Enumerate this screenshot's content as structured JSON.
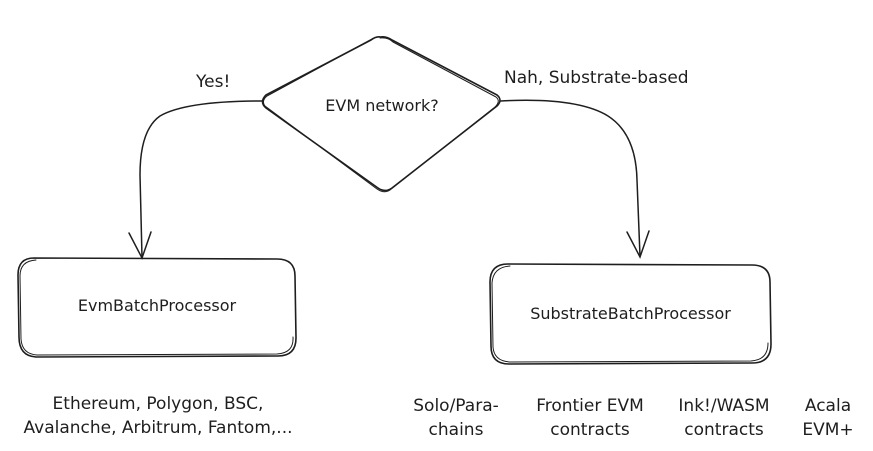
{
  "decision": {
    "question": "EVM network?"
  },
  "edges": {
    "yes_label": "Yes!",
    "no_label": "Nah, Substrate-based"
  },
  "nodes": {
    "evm_processor": "EvmBatchProcessor",
    "substrate_processor": "SubstrateBatchProcessor"
  },
  "evm_networks": {
    "line1": "Ethereum, Polygon, BSC,",
    "line2": "Avalanche, Arbitrum, Fantom,..."
  },
  "substrate_targets": [
    {
      "line1": "Solo/Para-",
      "line2": "chains"
    },
    {
      "line1": "Frontier EVM",
      "line2": "contracts"
    },
    {
      "line1": "Ink!/WASM",
      "line2": "contracts"
    },
    {
      "line1": "Acala",
      "line2": "EVM+"
    }
  ],
  "colors": {
    "stroke": "#1e1e1e",
    "background": "#ffffff"
  }
}
